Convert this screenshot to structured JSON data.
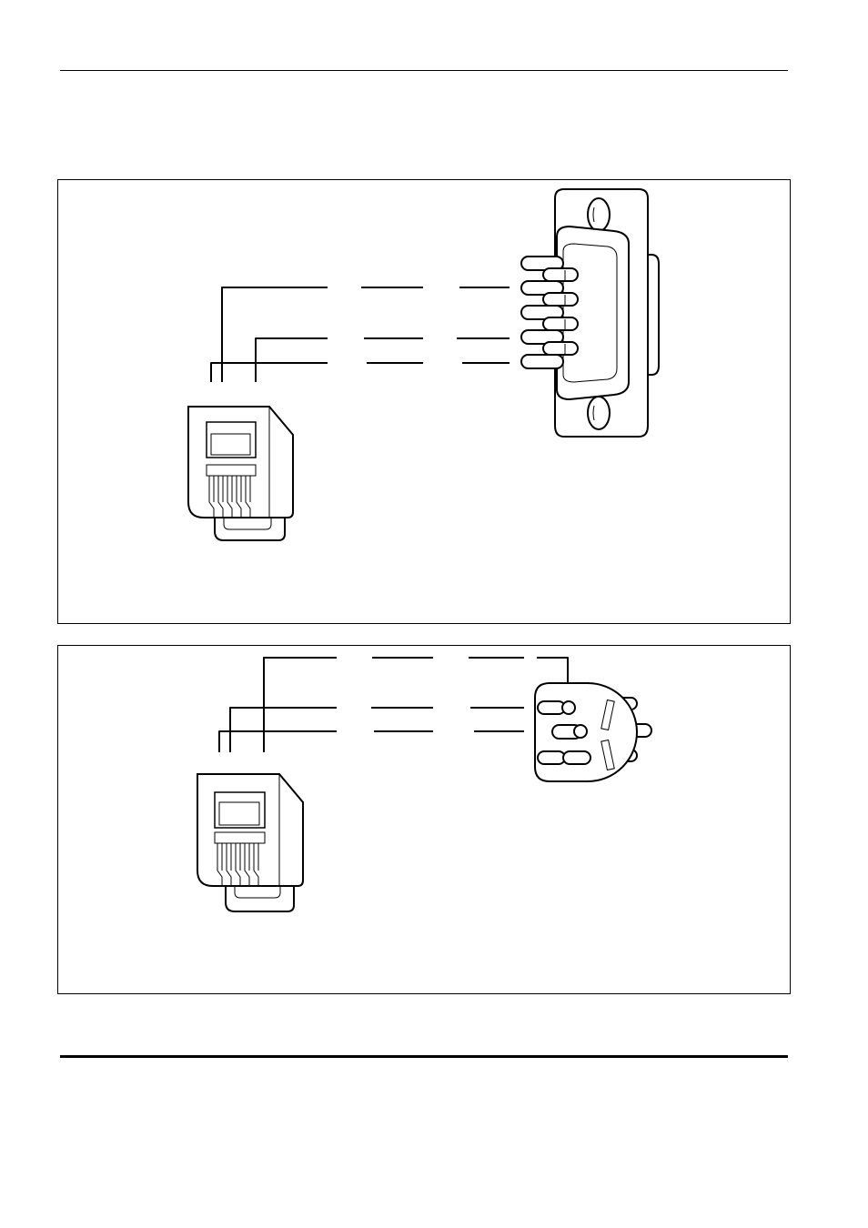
{
  "document": {
    "header_rule": true,
    "footer_rule": true
  },
  "figures": [
    {
      "name": "rj-plug-to-db9-connector",
      "connectors": [
        "modular-plug",
        "d-sub-9-connector"
      ],
      "wire_count": 3
    },
    {
      "name": "rj-plug-to-round-din-connector",
      "connectors": [
        "modular-plug",
        "round-din-connector"
      ],
      "wire_count": 3
    }
  ],
  "colors": {
    "line": "#000000",
    "background": "#ffffff"
  }
}
